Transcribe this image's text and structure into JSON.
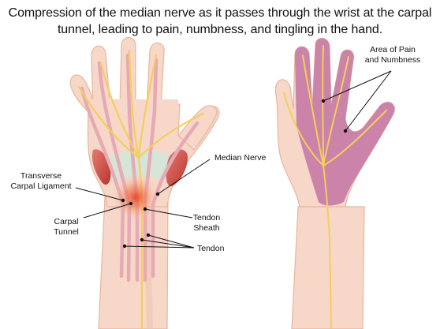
{
  "title": {
    "line1": "Compression of the median nerve as it passes through the wrist at the carpal",
    "line2": "tunnel, leading to pain, numbness, and tingling in the hand."
  },
  "labels": {
    "median_nerve": "Median Nerve",
    "transverse_carpal_ligament_1": "Transverse",
    "transverse_carpal_ligament_2": "Carpal Ligament",
    "carpal_tunnel_1": "Carpal",
    "carpal_tunnel_2": "Tunnel",
    "tendon_sheath_1": "Tendon",
    "tendon_sheath_2": "Sheath",
    "tendon": "Tendon",
    "area_of_pain_1": "Area of Pain",
    "area_of_pain_2": "and Numbness"
  },
  "colors": {
    "skin": "#f6d7c8",
    "skin_outline": "#e7b6a0",
    "tendon": "#e6aab6",
    "nerve": "#f3cf5c",
    "muscle": "#c9453f",
    "inflammation": "#e8432b",
    "numb_area": "#c77aa6",
    "ligament": "#cfe7d9"
  }
}
